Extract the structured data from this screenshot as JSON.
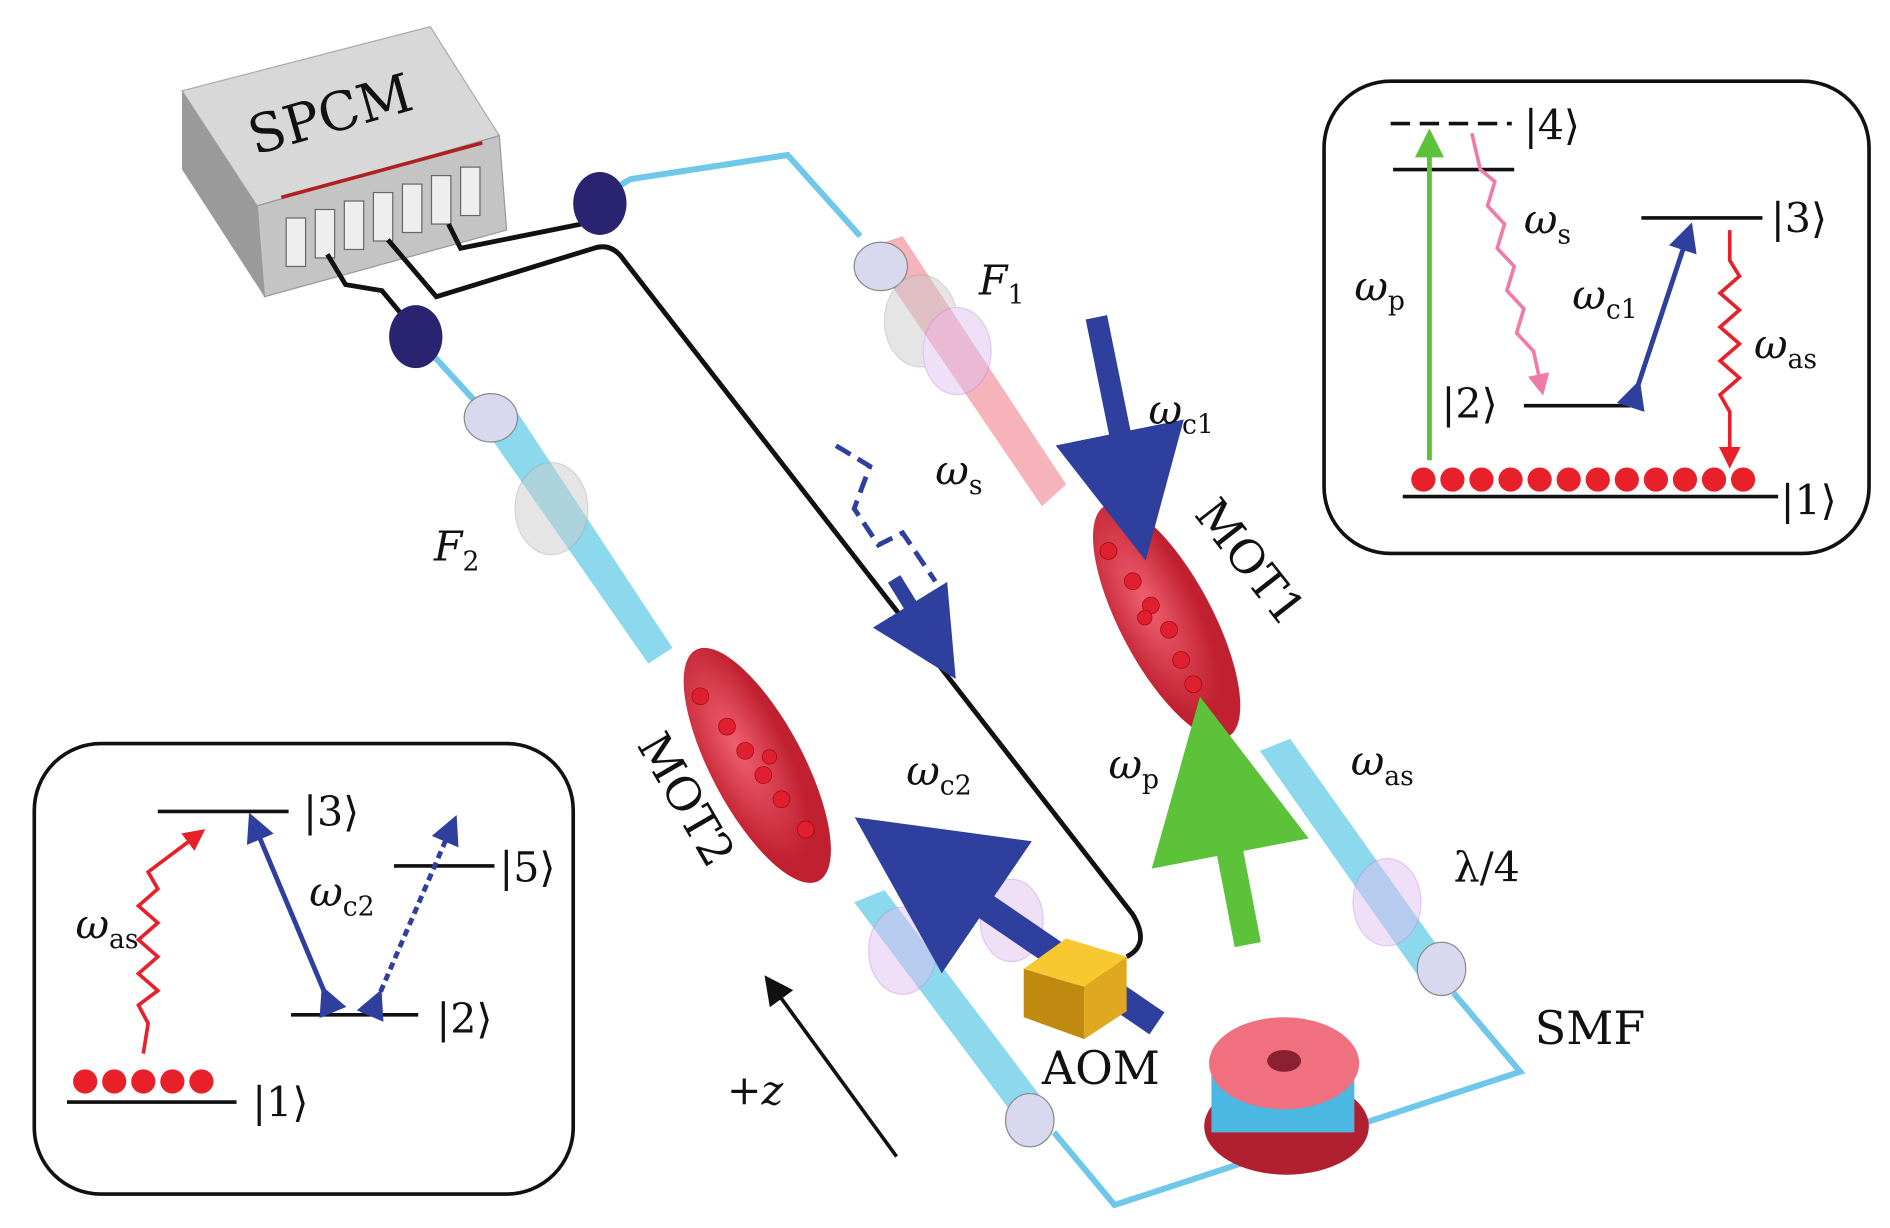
{
  "main": {
    "spcm": "SPCM",
    "f1": {
      "base": "F",
      "sub": "1"
    },
    "f2": {
      "base": "F",
      "sub": "2"
    },
    "omega_s": {
      "base": "ω",
      "sub": "s"
    },
    "omega_c1": {
      "base": "ω",
      "sub": "c1"
    },
    "omega_c2": {
      "base": "ω",
      "sub": "c2"
    },
    "omega_p": {
      "base": "ω",
      "sub": "p"
    },
    "omega_as": {
      "base": "ω",
      "sub": "as"
    },
    "mot1": "MOT1",
    "mot2": "MOT2",
    "waveplate": "λ/4",
    "smf": "SMF",
    "aom": "AOM",
    "z_axis": "+z"
  },
  "inset_right": {
    "levels": [
      "|4⟩",
      "|3⟩",
      "|2⟩",
      "|1⟩"
    ],
    "omega_p": {
      "base": "ω",
      "sub": "p"
    },
    "omega_s": {
      "base": "ω",
      "sub": "s"
    },
    "omega_c1": {
      "base": "ω",
      "sub": "c1"
    },
    "omega_as": {
      "base": "ω",
      "sub": "as"
    }
  },
  "inset_left": {
    "levels": [
      "|3⟩",
      "|5⟩",
      "|2⟩",
      "|1⟩"
    ],
    "omega_as": {
      "base": "ω",
      "sub": "as"
    },
    "omega_c2": {
      "base": "ω",
      "sub": "c2"
    }
  },
  "colors": {
    "blue": "#2f3f9e",
    "green": "#5cc23a",
    "red": "#e8202a",
    "pink": "#f07aa8",
    "cyan": "#6fd0ea",
    "mot": "#d83040"
  }
}
